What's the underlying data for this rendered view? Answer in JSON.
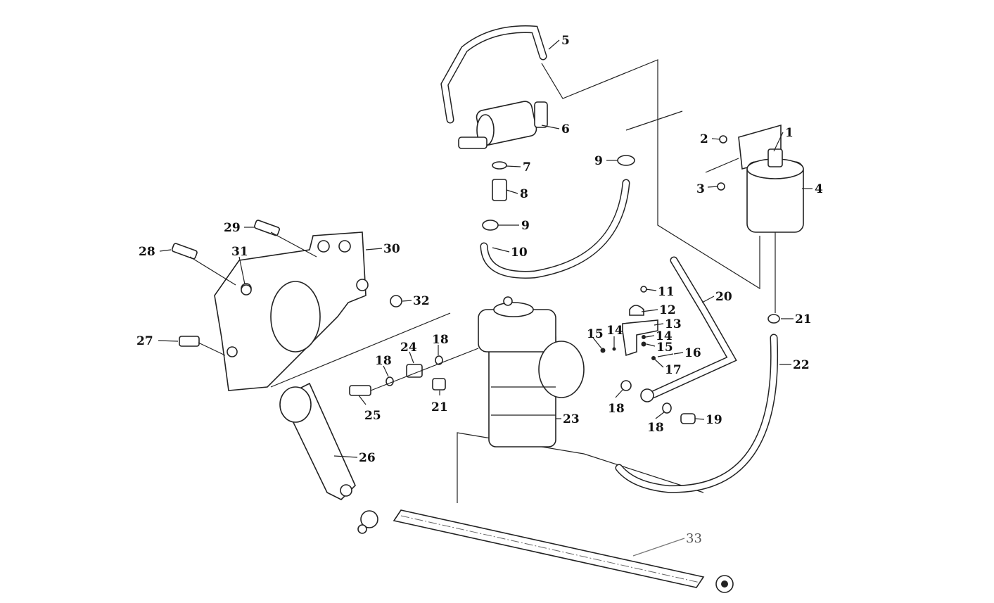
{
  "labels": {
    "l1": "1",
    "l2": "2",
    "l3": "3",
    "l4": "4",
    "l5": "5",
    "l6": "6",
    "l7": "7",
    "l8": "8",
    "l9a": "9",
    "l9b": "9",
    "l10": "10",
    "l11": "11",
    "l12": "12",
    "l13": "13",
    "l14a": "14",
    "l14b": "14",
    "l15a": "15",
    "l15b": "15",
    "l16": "16",
    "l17": "17",
    "l18a": "18",
    "l18b": "18",
    "l18c": "18",
    "l18d": "18",
    "l19": "19",
    "l20": "20",
    "l21a": "21",
    "l21b": "21",
    "l22": "22",
    "l23": "23",
    "l24": "24",
    "l25": "25",
    "l26": "26",
    "l27": "27",
    "l28": "28",
    "l29": "29",
    "l30": "30",
    "l31": "31",
    "l32": "32",
    "l33": "33"
  }
}
